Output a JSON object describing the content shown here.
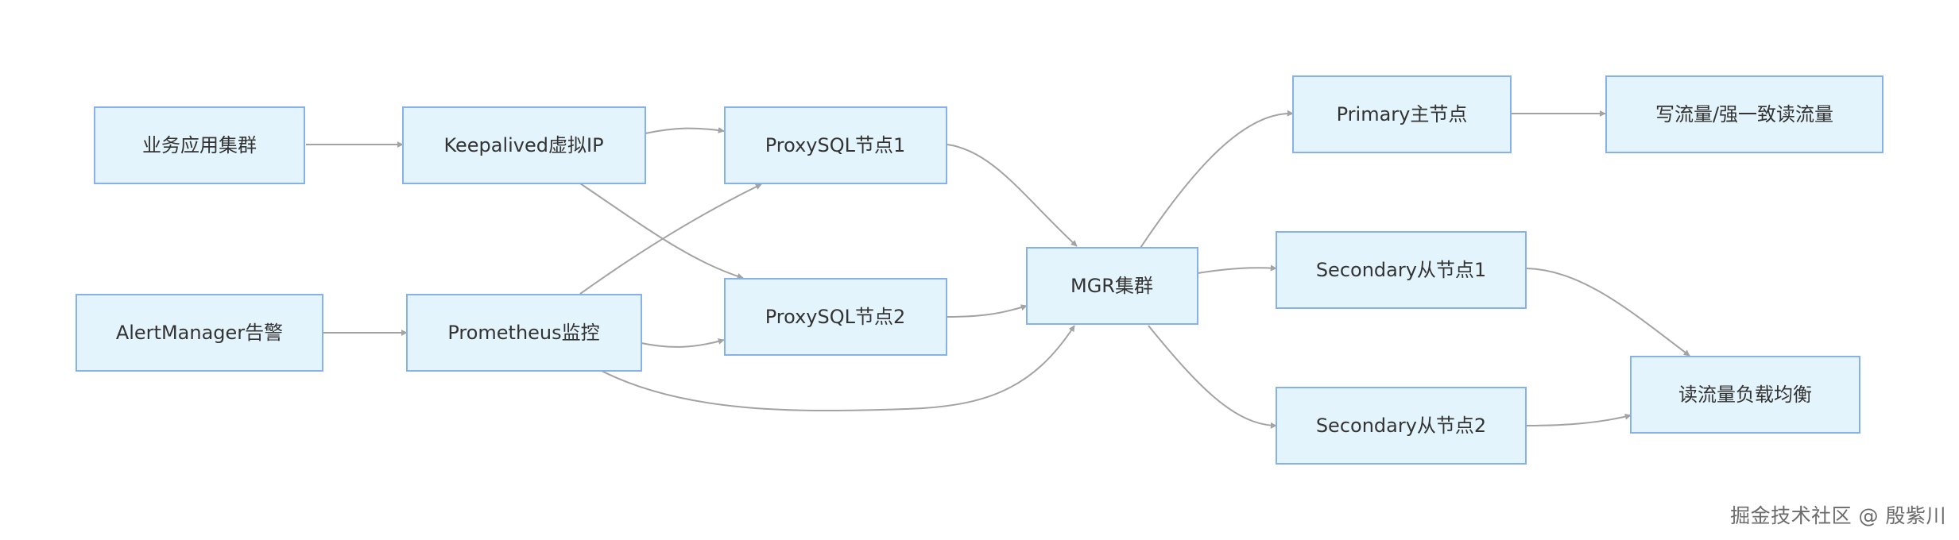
{
  "nodes": {
    "app_cluster": "业务应用集群",
    "keepalived_vip": "Keepalived虚拟IP",
    "proxysql1": "ProxySQL节点1",
    "alertmanager": "AlertManager告警",
    "prometheus": "Prometheus监控",
    "proxysql2": "ProxySQL节点2",
    "mgr_cluster": "MGR集群",
    "primary": "Primary主节点",
    "write_traffic": "写流量/强一致读流量",
    "secondary1": "Secondary从节点1",
    "secondary2": "Secondary从节点2",
    "read_lb": "读流量负载均衡"
  },
  "edges": [
    {
      "from": "app_cluster",
      "to": "keepalived_vip"
    },
    {
      "from": "keepalived_vip",
      "to": "proxysql1"
    },
    {
      "from": "keepalived_vip",
      "to": "proxysql2"
    },
    {
      "from": "alertmanager",
      "to": "prometheus"
    },
    {
      "from": "prometheus",
      "to": "proxysql1"
    },
    {
      "from": "prometheus",
      "to": "proxysql2"
    },
    {
      "from": "prometheus",
      "to": "mgr_cluster"
    },
    {
      "from": "proxysql1",
      "to": "mgr_cluster"
    },
    {
      "from": "proxysql2",
      "to": "mgr_cluster"
    },
    {
      "from": "mgr_cluster",
      "to": "primary"
    },
    {
      "from": "mgr_cluster",
      "to": "secondary1"
    },
    {
      "from": "mgr_cluster",
      "to": "secondary2"
    },
    {
      "from": "primary",
      "to": "write_traffic"
    },
    {
      "from": "secondary1",
      "to": "read_lb"
    },
    {
      "from": "secondary2",
      "to": "read_lb"
    }
  ],
  "watermark": "掘金技术社区 @ 殷紫川"
}
